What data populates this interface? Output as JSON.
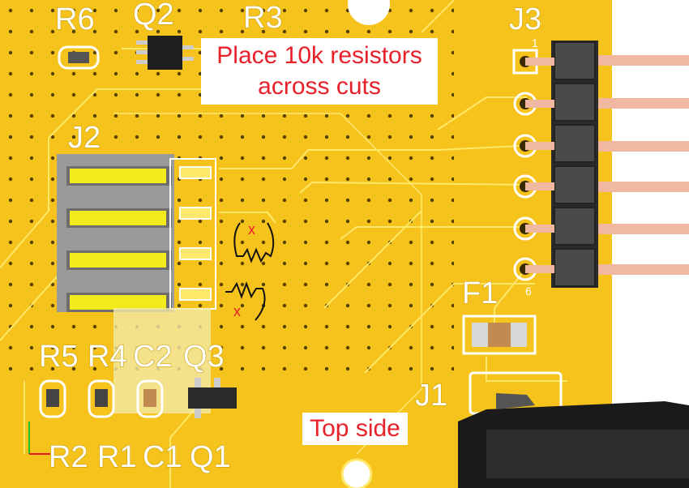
{
  "annotations": {
    "resistor_note_line1": "Place 10k resistors",
    "resistor_note_line2": "across cuts",
    "side_label": "Top side"
  },
  "silkscreen": {
    "r6": "R6",
    "q2": "Q2",
    "r3": "R3",
    "j3": "J3",
    "j2": "J2",
    "f1": "F1",
    "j1": "J1",
    "r5": "R5",
    "r4": "R4",
    "c2": "C2",
    "q3": "Q3",
    "r2": "R2",
    "r1": "R1",
    "c1": "C1",
    "q1": "Q1",
    "pin1": "1",
    "pin6": "6"
  },
  "cut_marks": [
    "x",
    "x"
  ],
  "colors": {
    "board": "#f6c21c",
    "trace": "#ffe86a",
    "note_text": "#e8202a",
    "header": "#4a4a4a",
    "pin_metal": "#f0b8a0"
  }
}
